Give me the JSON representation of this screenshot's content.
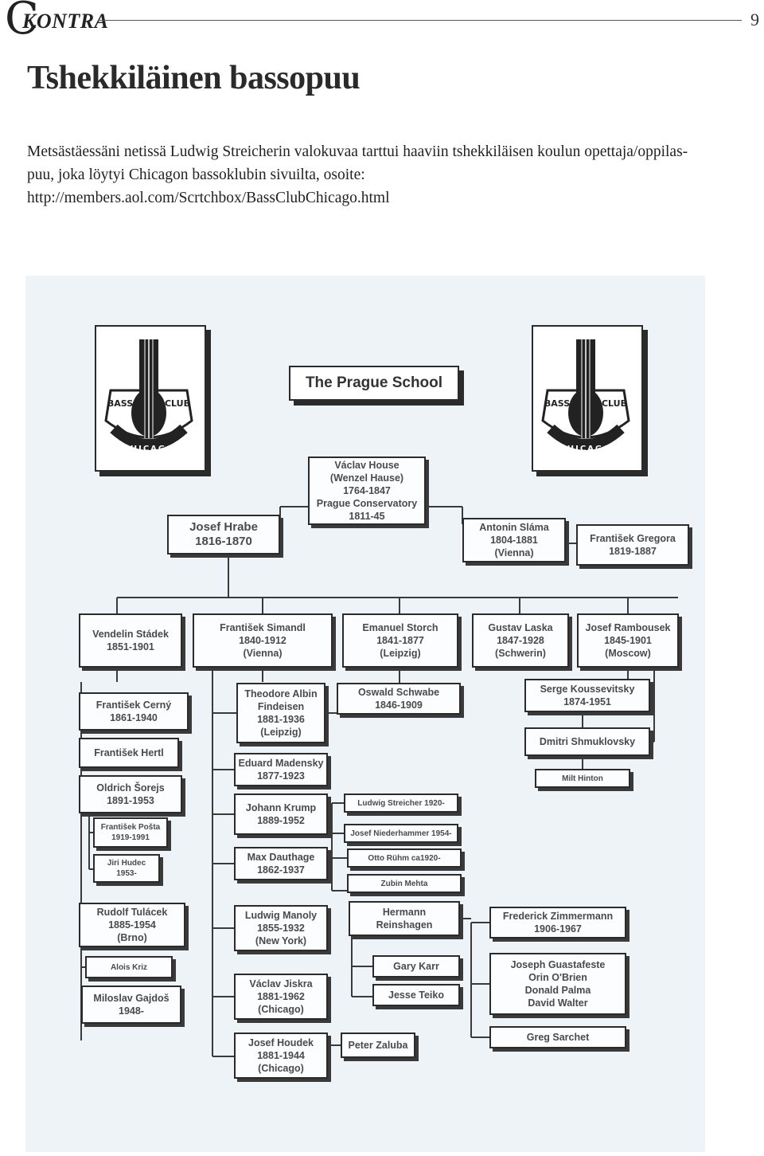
{
  "header": {
    "logo_text": "KONTRA",
    "page_number": "9"
  },
  "article": {
    "title": "Tshekkiläinen bassopuu",
    "intro_lines": [
      "Metsästäessäni netissä Ludwig Streicherin valokuvaa tarttui haaviin tshekkiläisen koulun opettaja/oppilas-",
      "puu, joka löytyi Chicagon bassoklubin sivuilta, osoite:",
      "http://members.aol.com/Scrtchbox/BassClubChicago.html"
    ]
  },
  "chart": {
    "title": "The Prague School",
    "emblem": {
      "left_text": "BASS",
      "right_text": "CLUB",
      "bottom_text": "CHICAGO"
    },
    "boxes": {
      "house": [
        "Václav House",
        "(Wenzel Hause)",
        "1764-1847",
        "Prague Conservatory",
        "1811-45"
      ],
      "hrabe": [
        "Josef Hrabe",
        "1816-1870"
      ],
      "slama": [
        "Antonin Sláma",
        "1804-1881",
        "(Vienna)"
      ],
      "gregora": [
        "František Gregora",
        "1819-1887"
      ],
      "stadek": [
        "Vendelin Stádek",
        "1851-1901"
      ],
      "simandl": [
        "František Simandl",
        "1840-1912",
        "(Vienna)"
      ],
      "storch": [
        "Emanuel Storch",
        "1841-1877",
        "(Leipzig)"
      ],
      "laska": [
        "Gustav Laska",
        "1847-1928",
        "(Schwerin)"
      ],
      "rambousek": [
        "Josef Rambousek",
        "1845-1901",
        "(Moscow)"
      ],
      "cerny": [
        "František Cerný",
        "1861-1940"
      ],
      "hertl": [
        "František Hertl"
      ],
      "sorejs": [
        "Oldrich Šorejs",
        "1891-1953"
      ],
      "posta": [
        "František Pošta",
        "1919-1991"
      ],
      "hudec": [
        "Jiri Hudec",
        "1953-"
      ],
      "tulacek": [
        "Rudolf Tulácek",
        "1885-1954",
        "(Brno)"
      ],
      "kriz": [
        "Alois Kriz"
      ],
      "gajdos": [
        "Miloslav Gajdoš",
        "1948-"
      ],
      "albin": [
        "Theodore Albin",
        "Findeisen",
        "1881-1936",
        "(Leipzig)"
      ],
      "madensky": [
        "Eduard Madensky",
        "1877-1923"
      ],
      "krump": [
        "Johann Krump",
        "1889-1952"
      ],
      "dauthage": [
        "Max Dauthage",
        "1862-1937"
      ],
      "manoly": [
        "Ludwig Manoly",
        "1855-1932",
        "(New York)"
      ],
      "jiskra": [
        "Václav Jiskra",
        "1881-1962",
        "(Chicago)"
      ],
      "houdek": [
        "Josef Houdek",
        "1881-1944",
        "(Chicago)"
      ],
      "schwabe": [
        "Oswald Schwabe",
        "1846-1909"
      ],
      "streicher": [
        "Ludwig Streicher  1920-"
      ],
      "niederhammer": [
        "Josef Niederhammer 1954-"
      ],
      "ruhm": [
        "Otto Rühm  ca1920-"
      ],
      "mehta": [
        "Zubin  Mehta"
      ],
      "reinshagen": [
        "Hermann",
        "Reinshagen"
      ],
      "karr": [
        "Gary Karr"
      ],
      "teiko": [
        "Jesse Teiko"
      ],
      "zaluba": [
        "Peter Zaluba"
      ],
      "koussevitsky": [
        "Serge Koussevitsky",
        "1874-1951"
      ],
      "shmuklovsky": [
        "Dmitri Shmuklovsky"
      ],
      "hinton": [
        "Milt Hinton"
      ],
      "zimmermann": [
        "Frederick Zimmermann",
        "1906-1967"
      ],
      "guastafeste": [
        "Joseph Guastafeste",
        "Orin O'Brien",
        "Donald Palma",
        "David Walter"
      ],
      "sarchet": [
        "Greg Sarchet"
      ]
    }
  }
}
